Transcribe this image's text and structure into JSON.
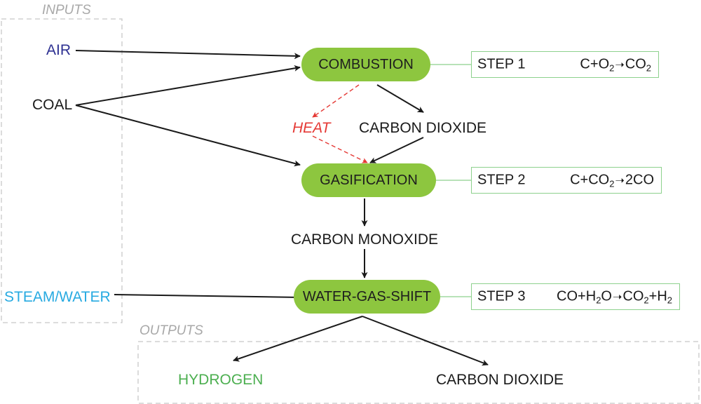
{
  "groups": {
    "inputs_title": "INPUTS",
    "outputs_title": "OUTPUTS"
  },
  "inputs": {
    "air": "AIR",
    "coal": "COAL",
    "steam": "STEAM/WATER"
  },
  "stages": {
    "combustion": "COMBUSTION",
    "gasification": "GASIFICATION",
    "water_gas_shift": "WATER-GAS-SHIFT"
  },
  "intermediates": {
    "heat": "HEAT",
    "carbon_dioxide": "CARBON DIOXIDE",
    "carbon_monoxide": "CARBON MONOXIDE"
  },
  "outputs": {
    "hydrogen": "HYDROGEN",
    "carbon_dioxide": "CARBON DIOXIDE"
  },
  "steps": [
    {
      "label": "STEP 1",
      "equation": {
        "reactants": [
          {
            "sym": "C",
            "sub": ""
          },
          {
            "sym": "O",
            "sub": "2"
          }
        ],
        "products": [
          {
            "sym": "CO",
            "sub": "2"
          }
        ]
      }
    },
    {
      "label": "STEP 2",
      "equation": {
        "reactants": [
          {
            "sym": "C",
            "sub": ""
          },
          {
            "sym": "CO",
            "sub": "2"
          }
        ],
        "products": [
          {
            "sym": "2CO",
            "sub": ""
          }
        ]
      }
    },
    {
      "label": "STEP 3",
      "equation": {
        "reactants": [
          {
            "sym": "CO",
            "sub": ""
          },
          {
            "sym": "H",
            "sub": "2"
          },
          {
            "sym": "O",
            "sub": ""
          }
        ],
        "products": [
          {
            "sym": "CO",
            "sub": "2"
          },
          {
            "sym": "H",
            "sub": "2"
          }
        ]
      }
    }
  ],
  "colors": {
    "stage_fill": "#8dc63f",
    "step_border": "#8dd18d",
    "group_border": "#c8c8c8",
    "arrow": "#1a1a1a",
    "heat_arrow": "#e53935",
    "air_text": "#2e3192",
    "steam_text": "#27aae1",
    "hydrogen_text": "#4caf50",
    "group_title": "#a8a8a8"
  }
}
